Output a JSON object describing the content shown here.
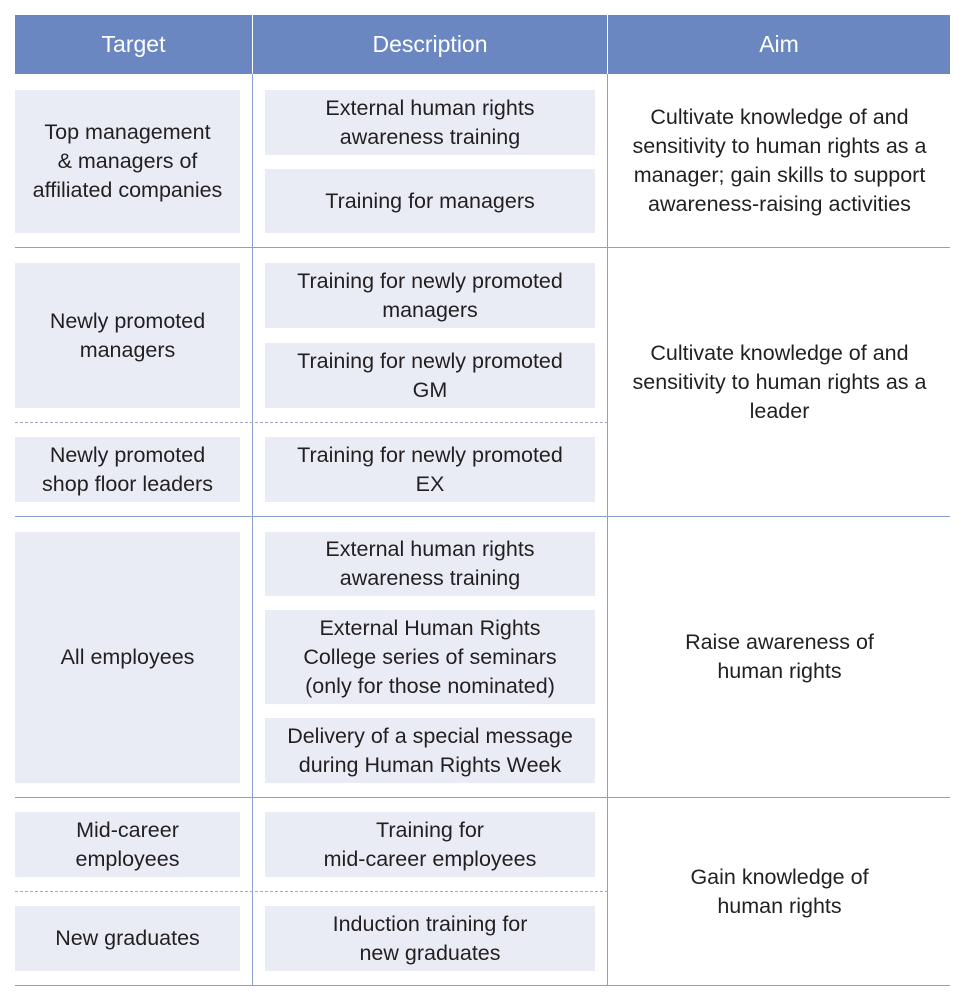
{
  "headers": {
    "target": "Target",
    "description": "Description",
    "aim": "Aim"
  },
  "groups": [
    {
      "targets": [
        "Top management\n& managers of\naffiliated companies"
      ],
      "descriptions": [
        "External human rights\nawareness training",
        "Training for managers"
      ],
      "aim": "Cultivate knowledge of and\nsensitivity to human rights as a\nmanager; gain skills to support\nawareness-raising activities"
    },
    {
      "targets": [
        "Newly promoted\nmanagers",
        "Newly promoted\nshop floor leaders"
      ],
      "descriptions": [
        "Training for newly promoted\nmanagers",
        "Training for newly promoted\nGM",
        "Training for newly promoted\nEX"
      ],
      "aim": "Cultivate knowledge of and\nsensitivity to human rights as a\nleader"
    },
    {
      "targets": [
        "All employees"
      ],
      "descriptions": [
        "External human rights\nawareness training",
        "External Human Rights\nCollege series of seminars\n(only for those nominated)",
        "Delivery of a special message\nduring Human Rights Week"
      ],
      "aim": "Raise awareness of\nhuman rights"
    },
    {
      "targets": [
        "Mid-career\nemployees",
        "New graduates"
      ],
      "descriptions": [
        "Training for\nmid-career employees",
        "Induction training for\nnew graduates"
      ],
      "aim": "Gain knowledge of\nhuman rights"
    }
  ]
}
